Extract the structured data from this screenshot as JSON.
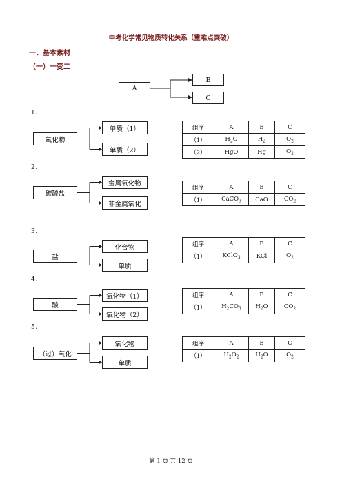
{
  "title": "中考化学常见物质转化关系（重难点突破）",
  "section1": "一．基本素材",
  "subsection1": "（一）一变二",
  "main_diagram": {
    "a": "A",
    "b": "B",
    "c": "C"
  },
  "items": [
    {
      "number": "1．",
      "source": "氧化物",
      "top": "单质（1）",
      "bottom": "单质（2）",
      "table": {
        "headers": [
          "组序",
          "A",
          "B",
          "C"
        ],
        "rows": [
          [
            "（1）",
            "H2O",
            "H2",
            "O2"
          ],
          [
            "（2）",
            "HgO",
            "Hg",
            "O2"
          ]
        ]
      }
    },
    {
      "number": "2．",
      "source": "碳酸盐",
      "top": "金属氧化物",
      "bottom": "非金属氧化",
      "table": {
        "headers": [
          "组序",
          "A",
          "B",
          "C"
        ],
        "rows": [
          [
            "（1）",
            "CaCO3",
            "CaO",
            "CO2"
          ]
        ]
      }
    },
    {
      "number": "3．",
      "source": "盐",
      "top": "化合物",
      "bottom": "单质",
      "table": {
        "headers": [
          "组序",
          "A",
          "B",
          "C"
        ],
        "rows": [
          [
            "（1）",
            "KClO3",
            "KCl",
            "O2"
          ]
        ]
      }
    },
    {
      "number": "4．",
      "source": "酸",
      "top": "氧化物（1）",
      "bottom": "氧化物（2）",
      "table": {
        "headers": [
          "组序",
          "A",
          "B",
          "C"
        ],
        "rows": [
          [
            "（1）",
            "H2CO3",
            "H2O",
            "CO2"
          ]
        ]
      }
    },
    {
      "number": "5．",
      "source": "（过）氧化",
      "top": "氧化物",
      "bottom": "单质",
      "table": {
        "headers": [
          "组序",
          "A",
          "B",
          "C"
        ],
        "rows": [
          [
            "（1）",
            "H2O2",
            "H2O",
            "O2"
          ]
        ]
      }
    }
  ],
  "footer": "第 1 页 共 12 页"
}
